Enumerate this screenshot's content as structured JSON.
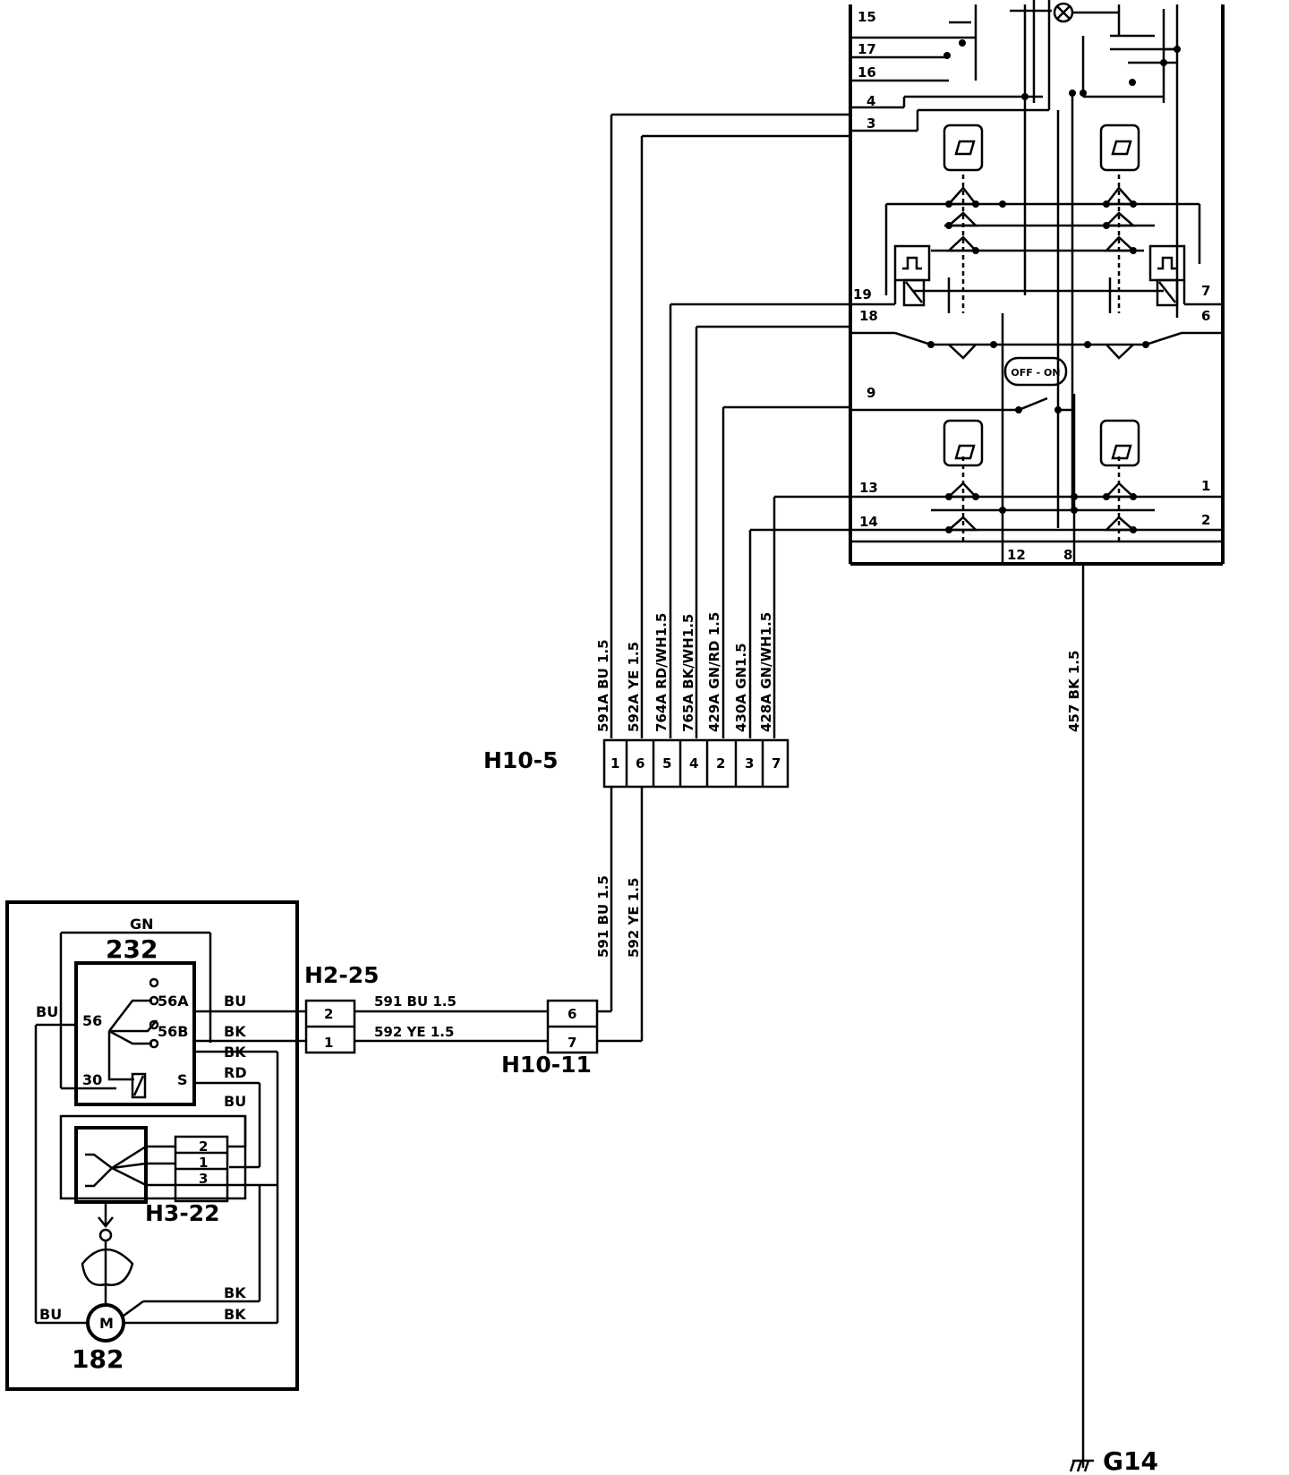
{
  "components": {
    "switch_232": "232",
    "motor_182": "182",
    "ground": "G14",
    "off_on_switch": "OFF - ON"
  },
  "connectors": {
    "h10_5": {
      "label": "H10-5",
      "pins": [
        "1",
        "6",
        "5",
        "4",
        "2",
        "3",
        "7"
      ]
    },
    "h10_11": {
      "label": "H10-11",
      "pins": [
        "6",
        "7"
      ]
    },
    "h2_25": {
      "label": "H2-25",
      "pins": [
        "2",
        "1"
      ]
    },
    "h3_22": {
      "label": "H3-22",
      "pins": [
        "2",
        "1",
        "3"
      ]
    }
  },
  "control_unit_pins": {
    "left": [
      "15",
      "17",
      "16",
      "4",
      "3",
      "19",
      "18",
      "9",
      "13",
      "14"
    ],
    "right": [
      "7",
      "6",
      "1",
      "2"
    ],
    "bottom": [
      "12",
      "8"
    ]
  },
  "wires": {
    "upper": [
      "591A BU 1.5",
      "592A YE 1.5",
      "764A RD/WH1.5",
      "765A BK/WH1.5",
      "429A GN/RD 1.5",
      "430A GN1.5",
      "428A GN/WH1.5"
    ],
    "lower": [
      "591 BU 1.5",
      "592 YE 1.5"
    ],
    "horizontal": [
      "591 BU 1.5",
      "592 YE 1.5"
    ],
    "ground": "457 BK 1.5"
  },
  "switch_232_pins": {
    "a": "56A",
    "b": "56B",
    "c": "56",
    "d": "30",
    "e": "S"
  },
  "wire_colors": {
    "gn": "GN",
    "bu1": "BU",
    "bk1": "BK",
    "bk2": "BK",
    "rd": "RD",
    "bu2": "BU",
    "bu_left": "BU",
    "bk3": "BK",
    "bk4": "BK",
    "bu_motor": "BU"
  }
}
